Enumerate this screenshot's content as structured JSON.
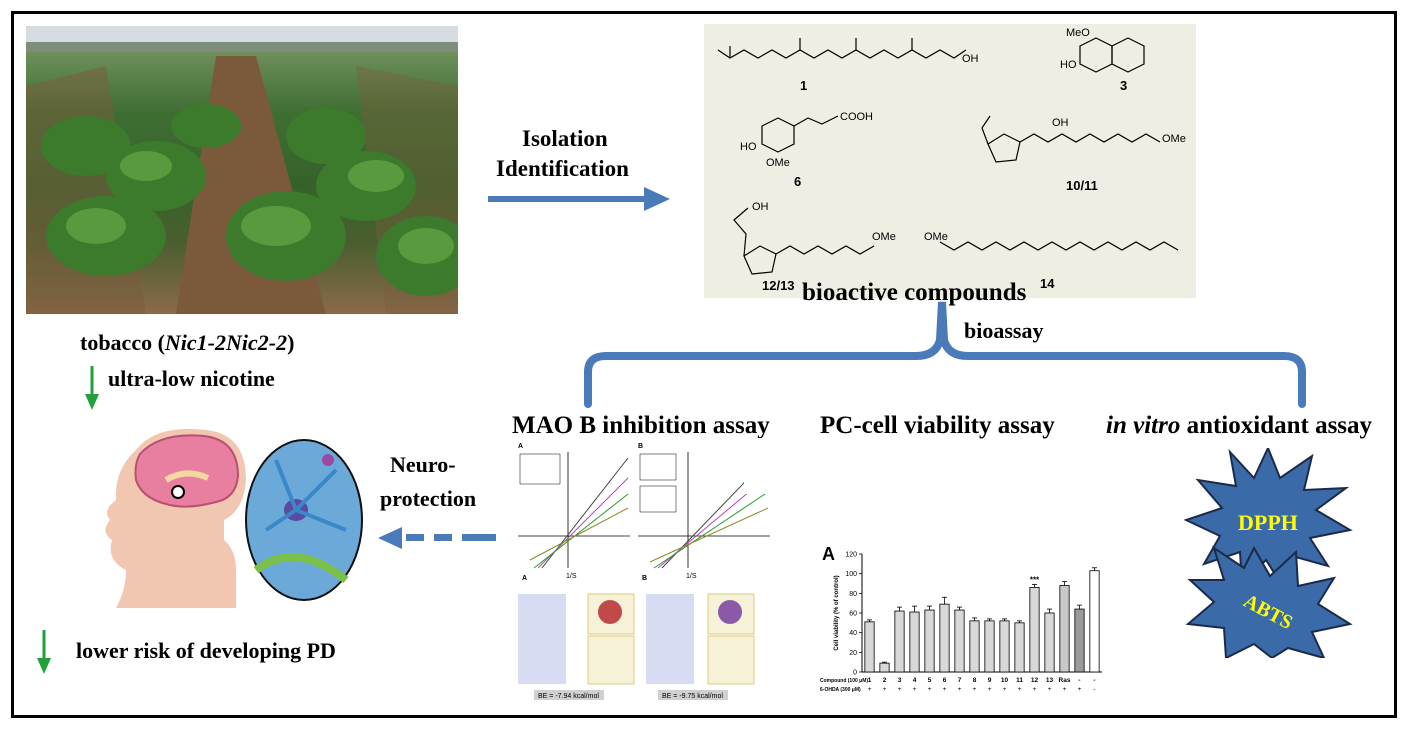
{
  "photo": {
    "description_icon": "tobacco-field-photo"
  },
  "arrow_isolation": {
    "line1": "Isolation",
    "line2": "Identification",
    "color": "#4a7ab8"
  },
  "compounds": {
    "labels": [
      "1",
      "3",
      "6",
      "10/11",
      "12/13",
      "14"
    ],
    "groups": {
      "oh": "OH",
      "meo": "MeO",
      "ho": "HO",
      "o": "O",
      "cooh": "COOH",
      "ome": "OMe",
      "me": "Me"
    },
    "title": "bioactive compounds"
  },
  "bioassay": {
    "label": "bioassay",
    "brace_color": "#4a7ab8"
  },
  "tobacco": {
    "prefix": "tobacco (",
    "italic": "Nic1-2Nic2-2",
    "suffix": ")",
    "low": "ultra-low nicotine",
    "arrow_color": "#22a03c"
  },
  "neuro": {
    "line1": "Neuro-",
    "line2": "protection"
  },
  "risk": {
    "text": "lower risk of developing PD"
  },
  "assays": {
    "mao": "MAO B inhibition assay",
    "pc": "PC-cell viability assay",
    "antiox_italic": "in vitro",
    "antiox_rest": " antioxidant assay"
  },
  "mao_panel": {
    "a": "A",
    "b": "B",
    "docking_a": "A",
    "docking_b": "B",
    "be_a": "BE = -7.94 kcal/mol",
    "be_b": "BE = -9.75 kcal/mol",
    "axis": "1/S"
  },
  "badges": {
    "dpph": "DPPH",
    "abts": "ABTS",
    "fill": "#3a6aa8",
    "text_color": "#ffff00"
  },
  "chart_data": {
    "type": "bar",
    "panel_label": "A",
    "ylabel": "Cell viability (% of control)",
    "ylim": [
      0,
      120
    ],
    "yticks": [
      0,
      20,
      40,
      60,
      80,
      100,
      120
    ],
    "categories": [
      "1",
      "2",
      "3",
      "4",
      "5",
      "6",
      "7",
      "8",
      "9",
      "10",
      "11",
      "12",
      "13",
      "Ras",
      "-",
      "-"
    ],
    "values": [
      51,
      9,
      62,
      61,
      63,
      69,
      63,
      52,
      52,
      52,
      50,
      86,
      60,
      88,
      64,
      103
    ],
    "errors": [
      2,
      1,
      4,
      6,
      4,
      7,
      3,
      3,
      2,
      2,
      2,
      3,
      4,
      4,
      4,
      3
    ],
    "annotation": {
      "category": "12",
      "text": "***"
    },
    "row1_label": "Compound (100 μM)",
    "row2_label": "6-OHDA (300 μM)",
    "row2_values": [
      "+",
      "+",
      "+",
      "+",
      "+",
      "+",
      "+",
      "+",
      "+",
      "+",
      "+",
      "+",
      "+",
      "+",
      "+",
      "-"
    ]
  }
}
